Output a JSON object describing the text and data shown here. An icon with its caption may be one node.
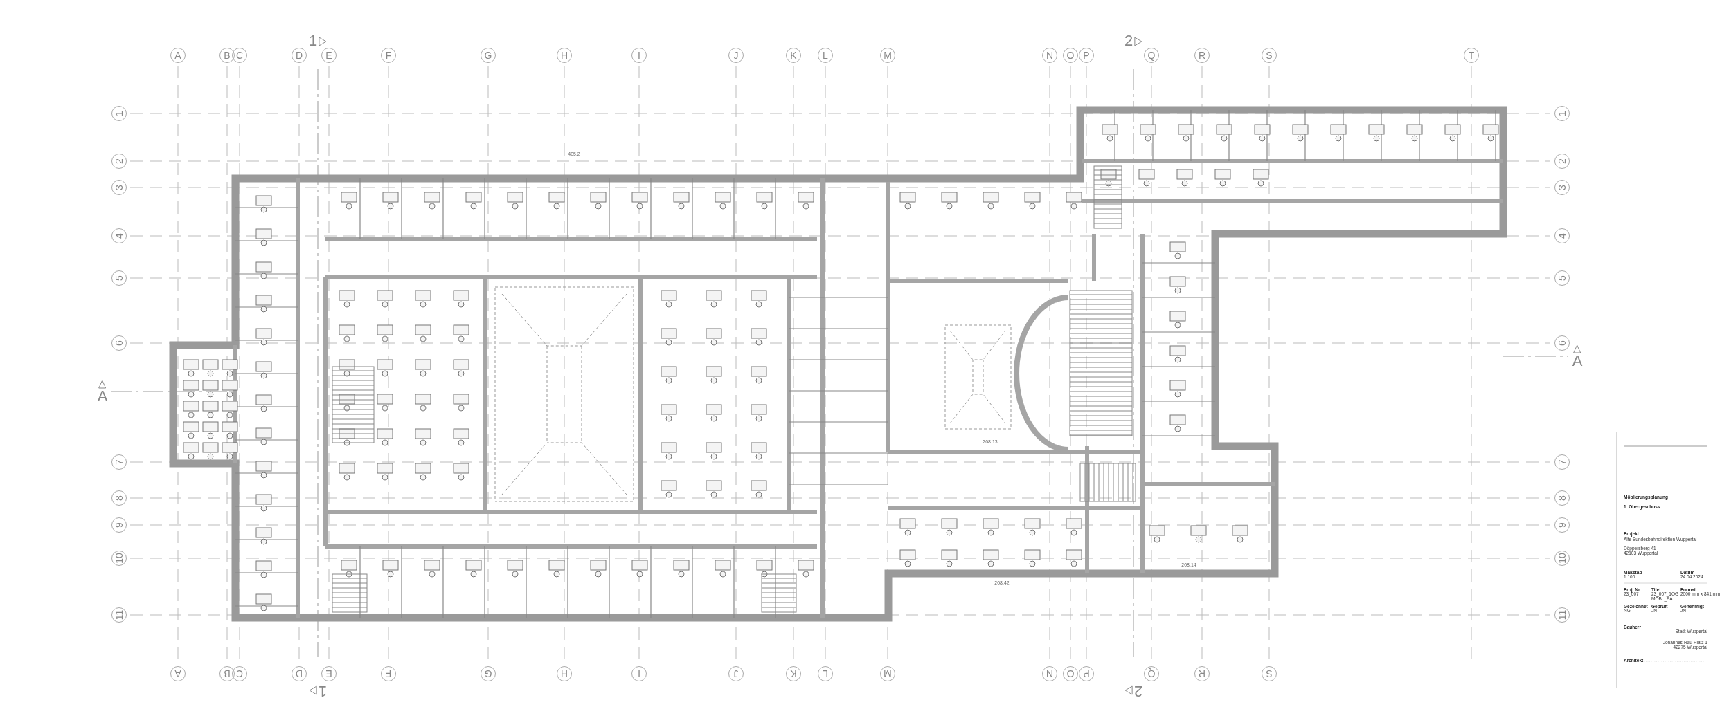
{
  "diagram": {
    "labels": [
      "1",
      "2",
      "A",
      "B",
      "C",
      "D",
      "E",
      "F",
      "G",
      "H",
      "I",
      "J",
      "K",
      "L",
      "M",
      "N",
      "O",
      "P",
      "Q",
      "R",
      "S",
      "T",
      "405.2",
      "1",
      "2",
      "3",
      "4",
      "5",
      "6",
      "7",
      "8",
      "9",
      "10",
      "11",
      "1",
      "2",
      "3",
      "4",
      "5",
      "6",
      "7",
      "8",
      "9",
      "10",
      "11",
      "A",
      "A",
      "208.13",
      "208.42",
      "208.14",
      "A",
      "B",
      "C",
      "D",
      "E",
      "F",
      "G",
      "H",
      "I",
      "J",
      "K",
      "L",
      "M",
      "N",
      "O",
      "P",
      "Q",
      "R",
      "S",
      "1",
      "2",
      "Möblierungsplanung",
      "1. Obergeschoss",
      "Projekt",
      "Alte Bundesbahndirektion Wuppertal",
      "Döppersberg 41",
      "42103 Wuppertal",
      "Maßstab",
      "Datum",
      "1:100",
      "24.04.2024",
      "Proj. Nr.",
      "Titel",
      "Format",
      "23_007",
      "23_007_1OG MÖBL_EA",
      "2000 mm x 841 mm",
      "Gezeichnet",
      "Geprüft",
      "Genehmigt",
      "NG",
      "JN",
      "JN",
      "Bauherr",
      "Stadt Wuppertal",
      "Johannes-Rau-Platz 1",
      "42275 Wuppertal",
      "Architekt"
    ]
  }
}
